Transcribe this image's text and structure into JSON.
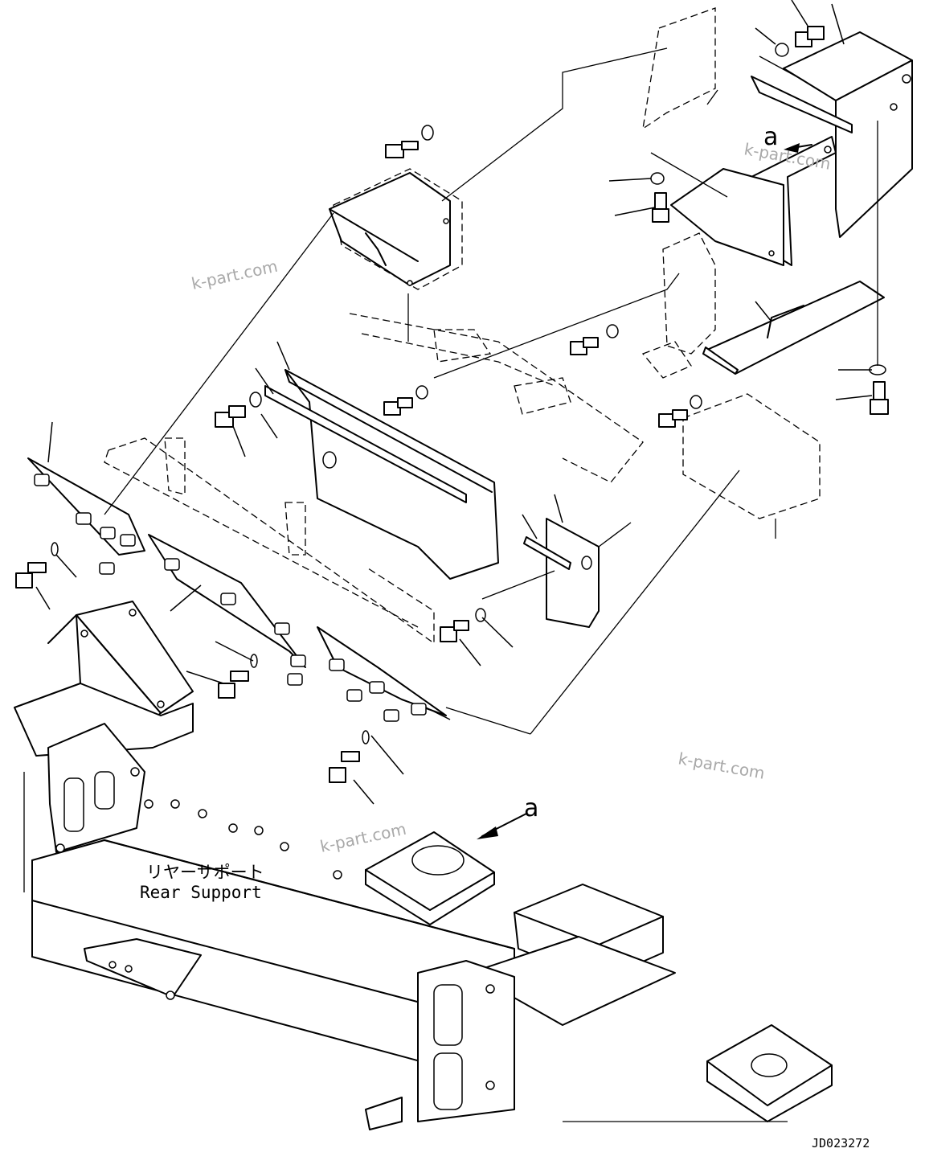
{
  "figure": {
    "part_label_ja": "リヤーサポート",
    "part_label_en": "Rear Support",
    "view_marker": "a",
    "drawing_code": "JD023272",
    "watermark": "k-part.com"
  }
}
